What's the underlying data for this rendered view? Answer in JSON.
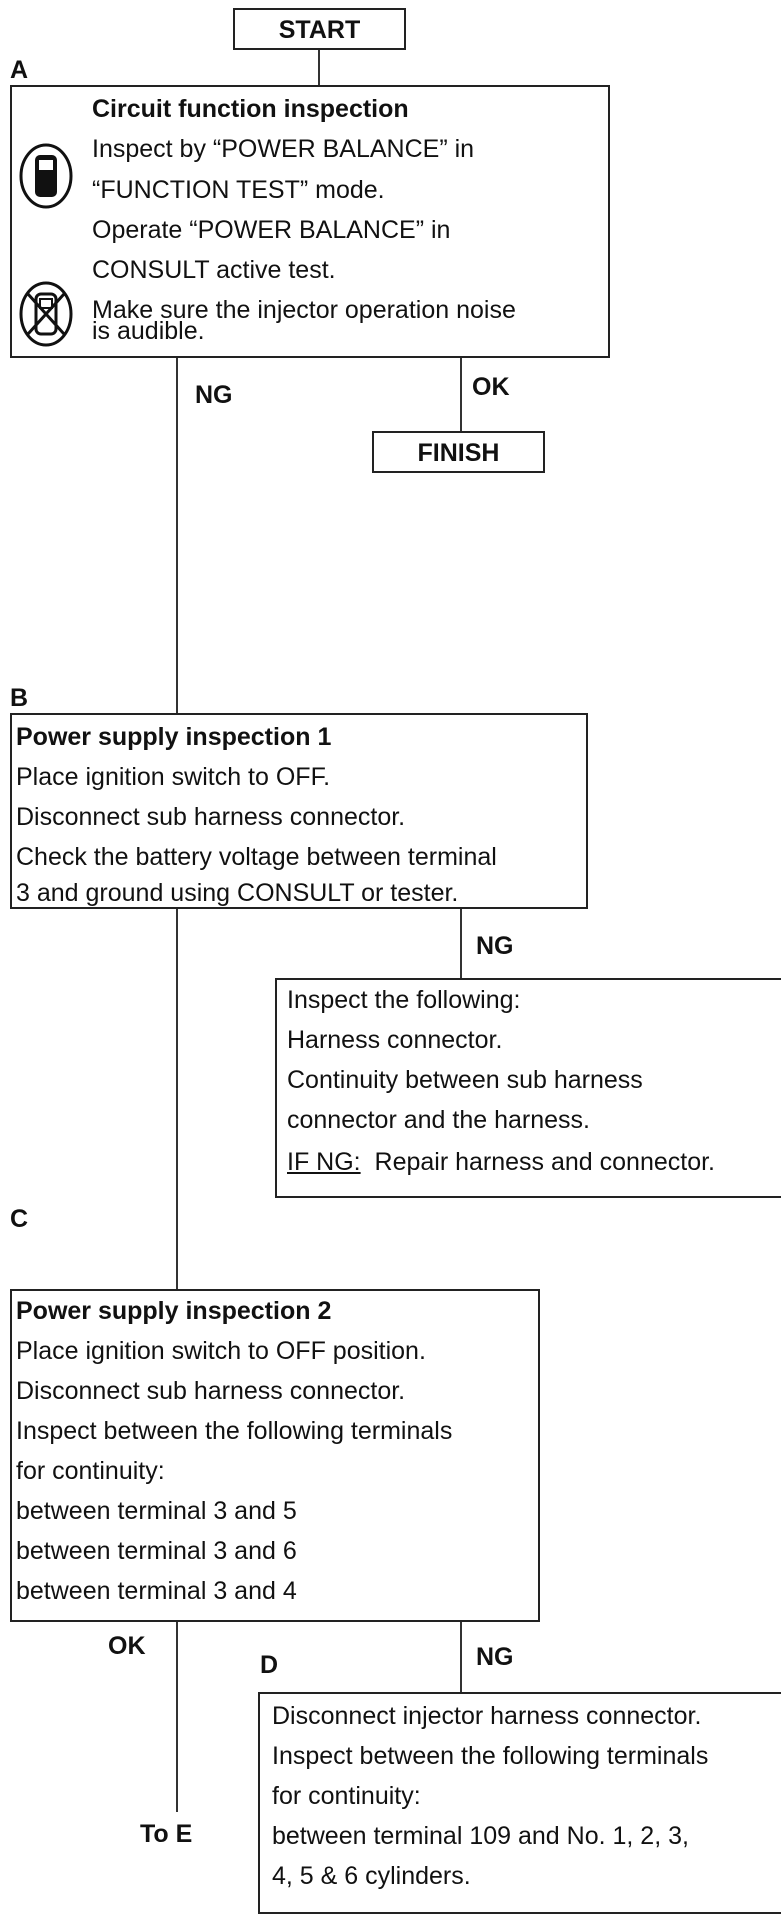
{
  "start": "START",
  "finish": "FINISH",
  "step_a": {
    "letter": "A",
    "title": "Circuit function inspection",
    "lines": [
      "Inspect by “POWER BALANCE” in",
      "“FUNCTION TEST” mode.",
      "Operate “POWER BALANCE” in",
      "CONSULT active test.",
      "Make sure the injector operation noise",
      "is audible."
    ],
    "icons": [
      "consult-tool-icon",
      "no-consult-tool-icon"
    ]
  },
  "step_a_ng": "NG",
  "step_a_ok": "OK",
  "step_b": {
    "letter": "B",
    "title": "Power supply inspection 1",
    "lines": [
      "Place ignition switch to OFF.",
      "Disconnect sub harness connector.",
      "Check the battery voltage between terminal",
      "3 and ground using CONSULT or tester."
    ]
  },
  "step_b_ng": "NG",
  "step_b_ng_box": {
    "lines": [
      "Inspect the following:",
      "Harness connector.",
      "Continuity between sub harness",
      "connector and the harness."
    ],
    "if_ng_label": "IF NG:",
    "if_ng_text": "Repair harness and connector."
  },
  "step_c": {
    "letter": "C",
    "title": "Power supply inspection 2",
    "lines": [
      "Place ignition switch to OFF position.",
      "Disconnect sub harness connector.",
      "Inspect between the following terminals",
      "for continuity:",
      "between terminal 3 and 5",
      "between terminal 3 and 6",
      "between terminal 3 and 4"
    ]
  },
  "step_c_ok": "OK",
  "step_c_ng": "NG",
  "step_d": {
    "letter": "D",
    "lines": [
      "Disconnect injector harness connector.",
      "Inspect between the following terminals",
      "for continuity:",
      "between terminal 109 and No. 1, 2, 3,",
      "4, 5 & 6 cylinders."
    ]
  },
  "to_e": "To E"
}
